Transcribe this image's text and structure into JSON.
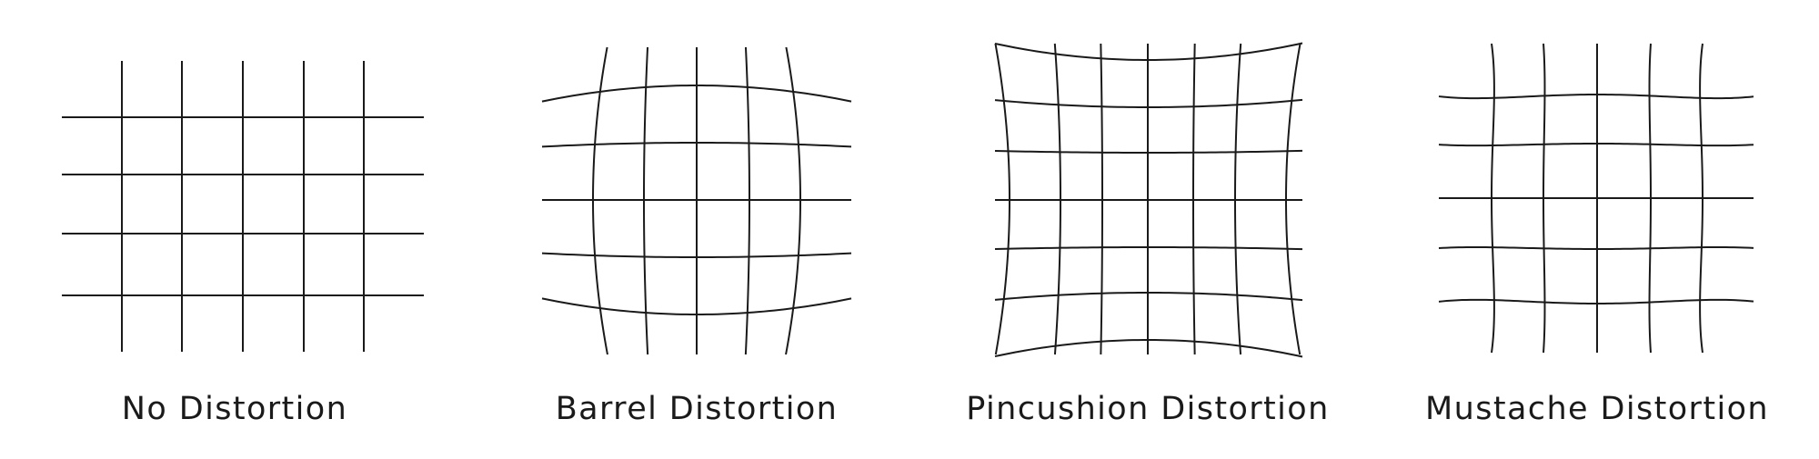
{
  "line_color": "#1a1a1a",
  "panels": [
    {
      "name": "no-distortion-panel",
      "distortion": "none",
      "caption": "No Distortion"
    },
    {
      "name": "barrel-distortion-panel",
      "distortion": "barrel",
      "caption": "Barrel Distortion"
    },
    {
      "name": "pincushion-distortion-panel",
      "distortion": "pincushion",
      "caption": "Pincushion Distortion"
    },
    {
      "name": "mustache-distortion-panel",
      "distortion": "mustache",
      "caption": "Mustache Distortion"
    }
  ]
}
